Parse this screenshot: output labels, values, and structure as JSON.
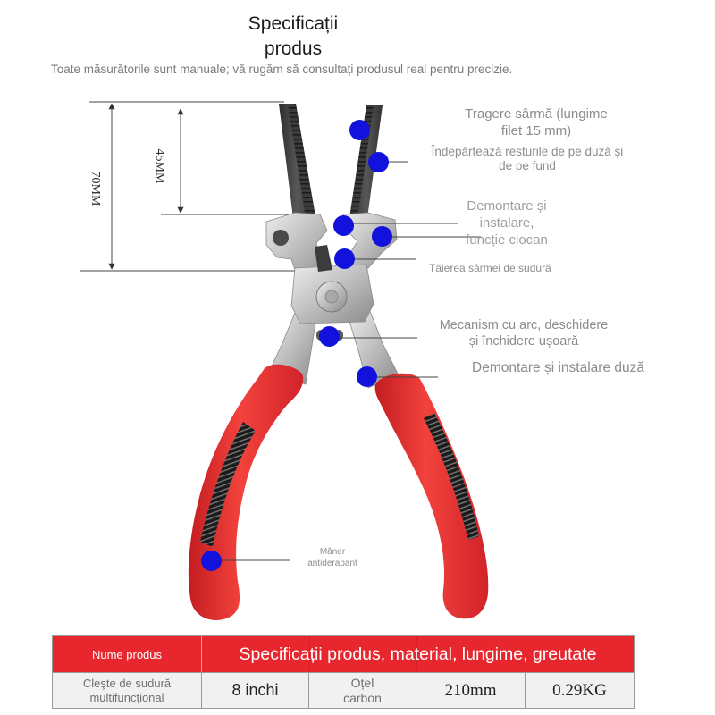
{
  "title": {
    "lines": [
      "Specificații",
      "produs"
    ]
  },
  "subtitle": "Toate măsurătorile sunt manuale; vă rugăm să consultați produsul real pentru precizie.",
  "dimensions": [
    "70MM",
    "45MM"
  ],
  "callouts": [
    {
      "lines": [
        "Tragere sârmă (lungime",
        "filet 15 mm)"
      ]
    },
    {
      "lines": [
        "Îndepărtează resturile de pe duză și",
        "de pe fund"
      ]
    },
    {
      "lines": [
        "Demontare și",
        "instalare,",
        "funcție ciocan"
      ]
    },
    {
      "lines": [
        "Tăierea sârmei de sudură"
      ]
    },
    {
      "lines": [
        "Mecanism cu arc, deschidere",
        "și închidere ușoară"
      ]
    },
    {
      "lines": [
        "Demontare și instalare duză"
      ]
    },
    {
      "lines": [
        "Mâner",
        "antiderapant"
      ]
    }
  ],
  "table": {
    "header": [
      "Nume produs",
      "Specificații produs, material, lungime, greutate"
    ],
    "row": [
      "Cleşte de sudură multifuncțional",
      "8 inchi",
      "Oțel carbon",
      "210mm",
      "0.29KG"
    ]
  },
  "colors": {
    "header_bg": "#e8262d",
    "callout_dot": "#1212dc",
    "grip": "#e32a2a",
    "jaw": "#3f3f3f"
  }
}
